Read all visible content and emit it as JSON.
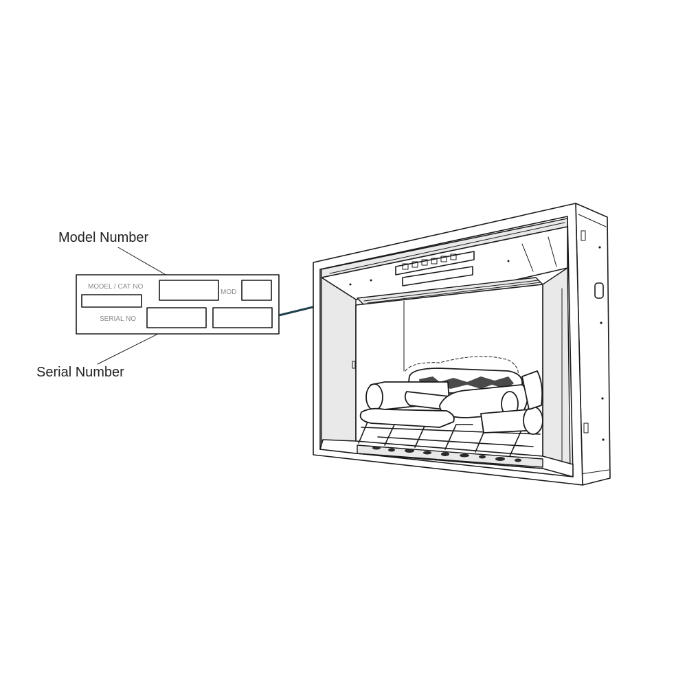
{
  "callouts": {
    "model_number": "Model Number",
    "serial_number": "Serial Number"
  },
  "rating_plate": {
    "model_cat_label": "MODEL / CAT NO",
    "mod_label": "MOD",
    "serial_label": "SERIAL NO"
  },
  "colors": {
    "line": "#1a1a1a",
    "leader": "#1f3f4a",
    "plate_text": "#8a8a8a"
  }
}
